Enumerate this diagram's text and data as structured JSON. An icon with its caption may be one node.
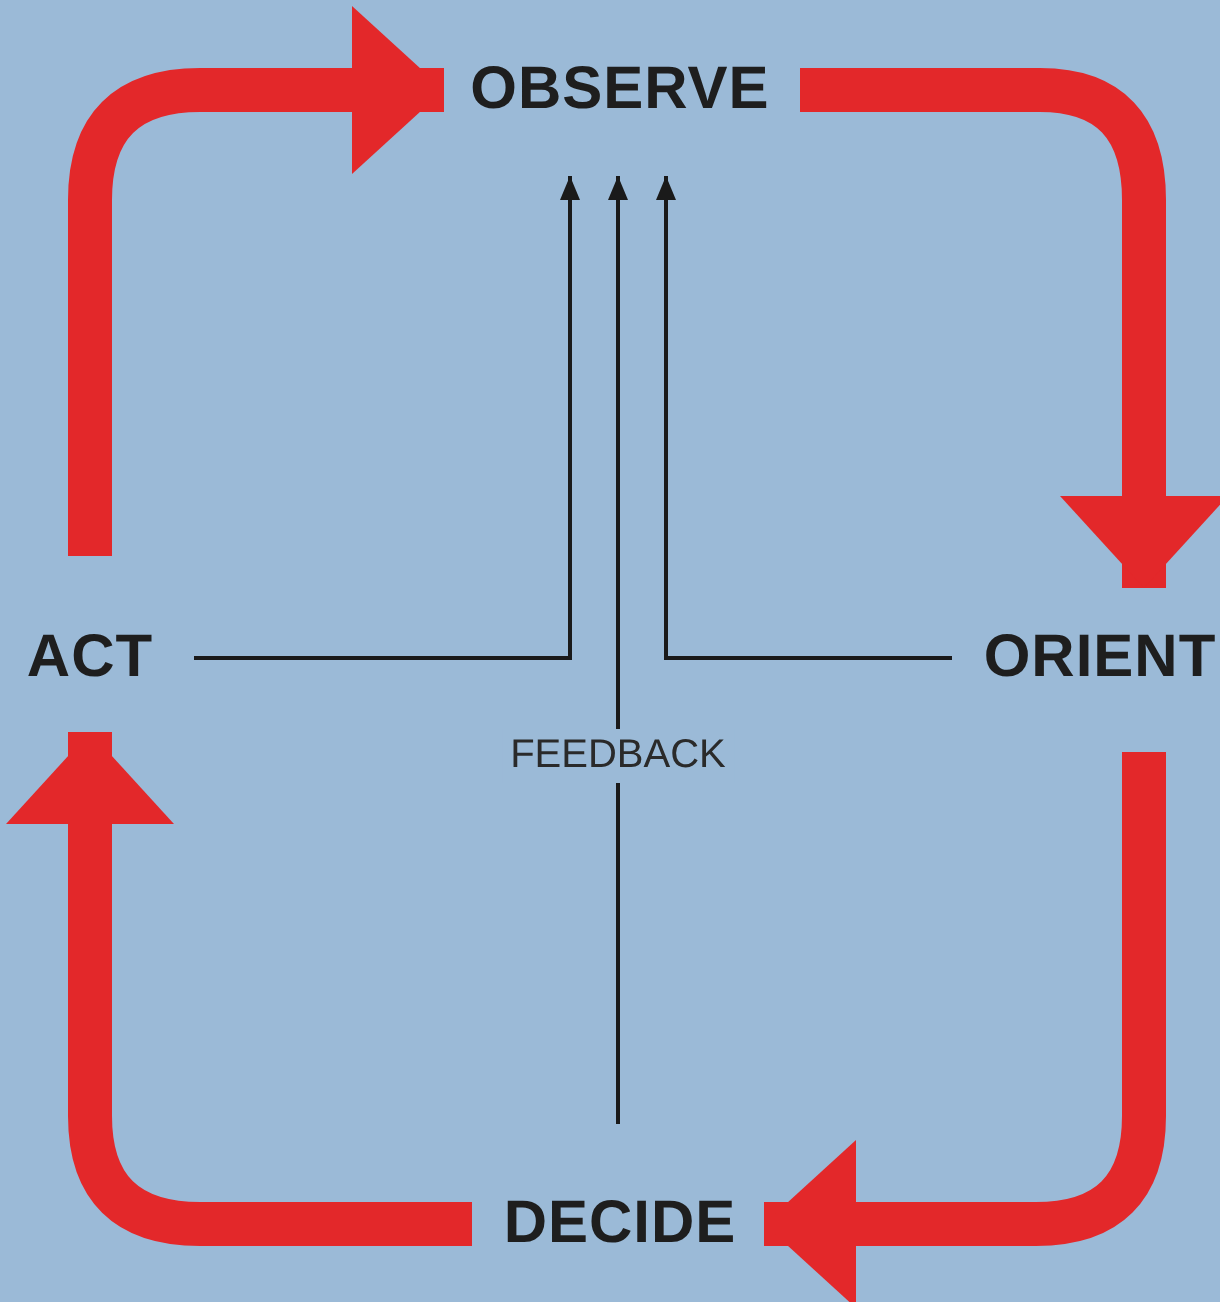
{
  "diagram": {
    "nodes": [
      {
        "text": [
          "OBSERVE"
        ]
      },
      {
        "text": [
          "ORIENT"
        ]
      },
      {
        "text": [
          "DECIDE"
        ]
      },
      {
        "text": [
          "ACT"
        ]
      }
    ],
    "edges": [
      {
        "from": 3,
        "to": 0,
        "arrow": "to"
      },
      {
        "from": 0,
        "to": 1,
        "arrow": "to"
      },
      {
        "from": 1,
        "to": 2,
        "arrow": "to"
      },
      {
        "from": 2,
        "to": 3,
        "arrow": "to"
      },
      {
        "from": 3,
        "to": 0,
        "arrow": "to",
        "color": "#1a1a1a"
      },
      {
        "from": 2,
        "to": 0,
        "arrow": "to",
        "color": "#1a1a1a",
        "label": "FEEDBACK"
      },
      {
        "from": 1,
        "to": 0,
        "arrow": "to",
        "color": "#1a1a1a"
      }
    ]
  }
}
